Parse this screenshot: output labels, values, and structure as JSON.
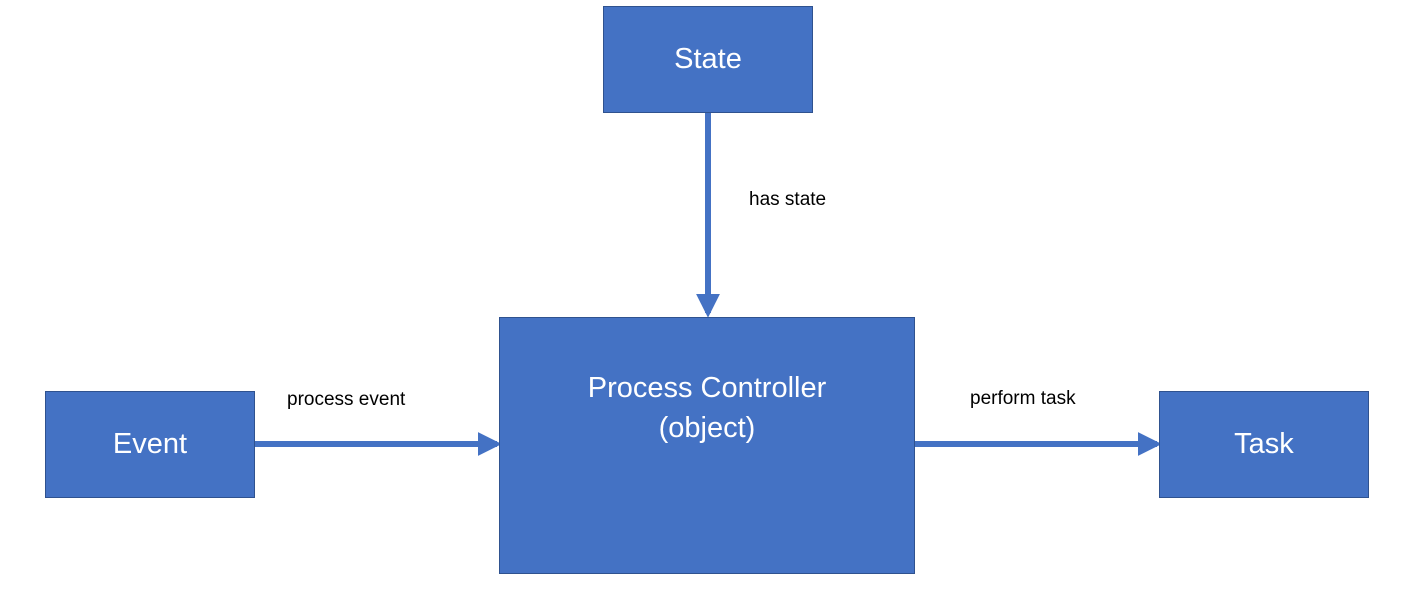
{
  "colors": {
    "box_fill": "#4472c4",
    "box_border": "#2f528f",
    "arrow": "#4472c4",
    "box_text": "#ffffff",
    "label_text": "#000000"
  },
  "nodes": {
    "state": "State",
    "event": "Event",
    "task": "Task",
    "controller": {
      "line1": "Process Controller",
      "line2": "(object)"
    }
  },
  "edges": {
    "has_state": "has state",
    "process_event": "process event",
    "perform_task": "perform task"
  }
}
